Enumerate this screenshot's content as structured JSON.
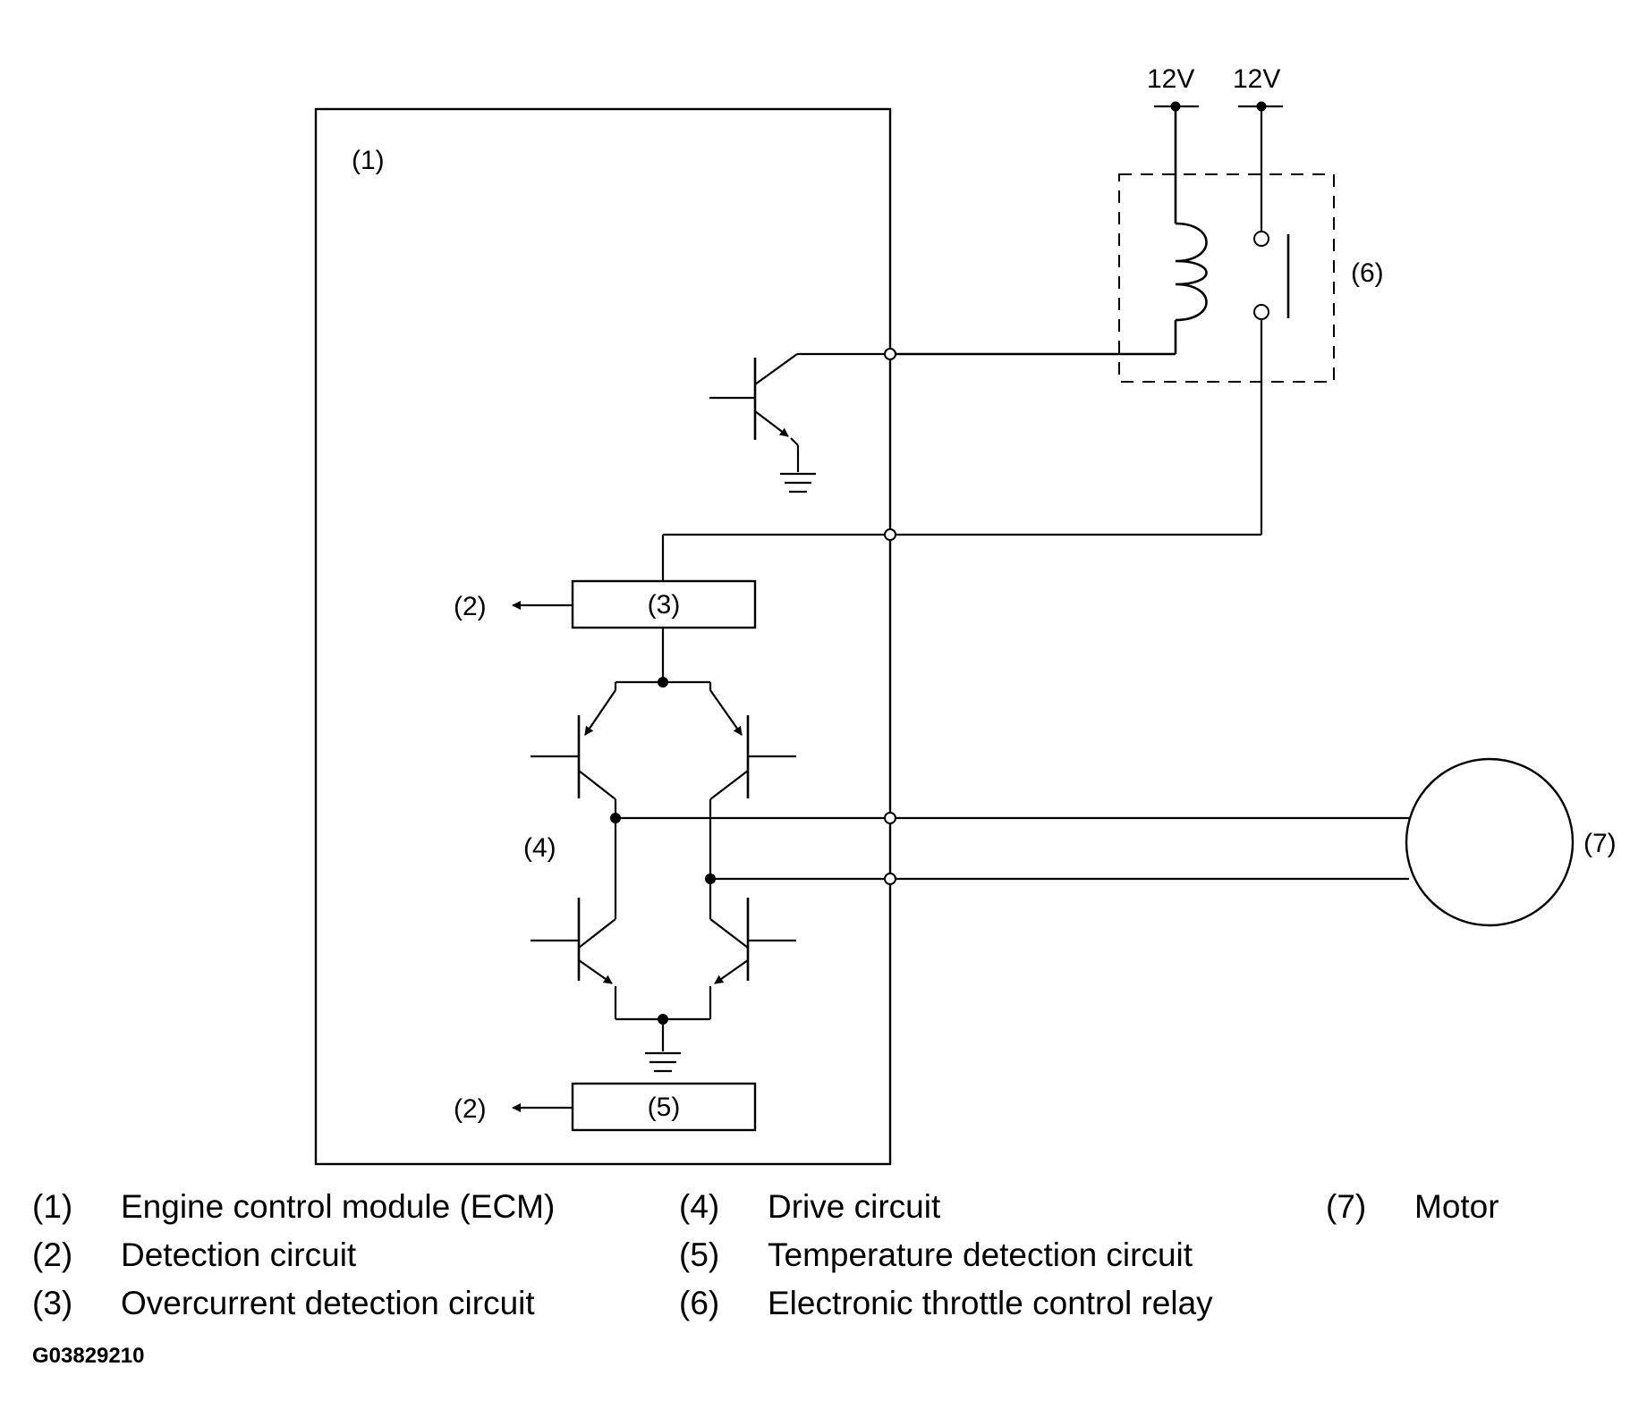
{
  "diagram": {
    "supply_labels": [
      "12V",
      "12V"
    ],
    "callouts": {
      "ecm": "(1)",
      "detect_upper": "(2)",
      "detect_lower": "(2)",
      "overcurrent_box": "(3)",
      "drive": "(4)",
      "temperature_box": "(5)",
      "relay": "(6)",
      "motor": "(7)"
    }
  },
  "legend": [
    {
      "num": "(1)",
      "text": "Engine control module (ECM)"
    },
    {
      "num": "(2)",
      "text": "Detection circuit"
    },
    {
      "num": "(3)",
      "text": "Overcurrent detection circuit"
    },
    {
      "num": "(4)",
      "text": "Drive circuit"
    },
    {
      "num": "(5)",
      "text": "Temperature detection circuit"
    },
    {
      "num": "(6)",
      "text": "Electronic throttle control relay"
    },
    {
      "num": "(7)",
      "text": "Motor"
    }
  ],
  "figure_code": "G03829210"
}
